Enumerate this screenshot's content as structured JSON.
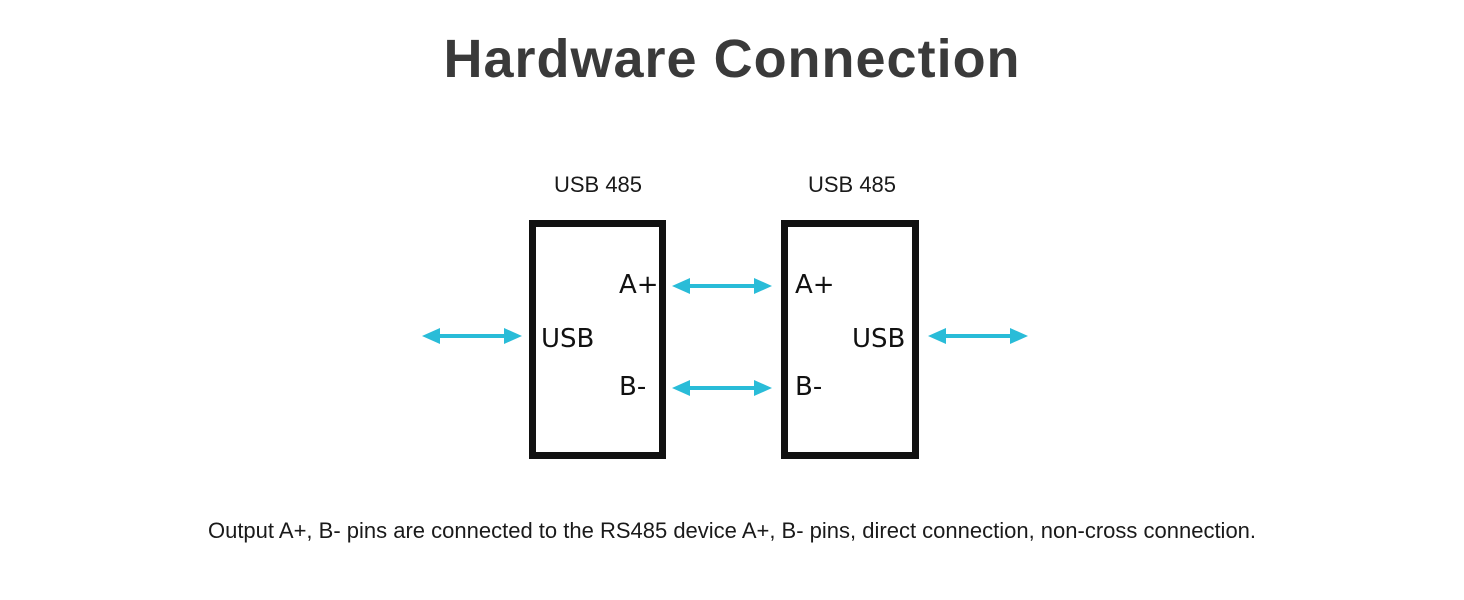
{
  "title": "Hardware Connection",
  "devices": [
    {
      "label": "USB 485",
      "usb_label": "USB",
      "a_label": "A+",
      "b_label": "B-"
    },
    {
      "label": "USB 485",
      "usb_label": "USB",
      "a_label": "A+",
      "b_label": "B-"
    }
  ],
  "caption": "Output A+, B- pins are connected to the RS485 device A+, B- pins, direct connection, non-cross connection.",
  "colors": {
    "arrow": "#29bcd8",
    "box_border": "#111111",
    "title": "#3a3a3a"
  }
}
